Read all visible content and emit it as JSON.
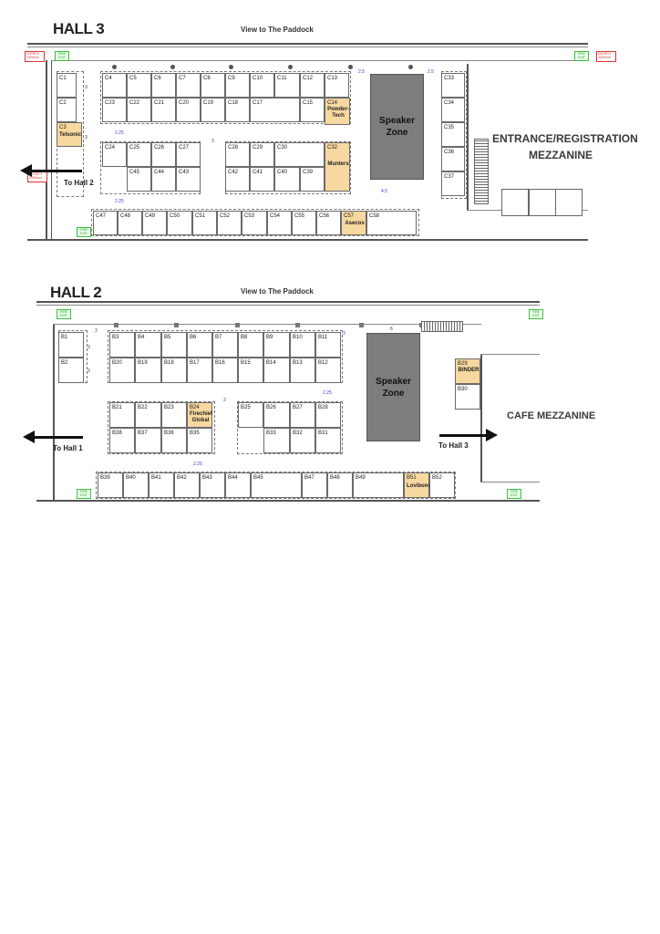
{
  "hall3": {
    "title": "HALL 3",
    "view_label": "View to The Paddock",
    "speaker_zone": "Speaker Zone",
    "entrance_label_1": "ENTRANCE/REGISTRATION",
    "entrance_label_2": "MEZZANINE",
    "arrow_label": "To Hall 2",
    "exhibitors": {
      "C3": "Telsonic",
      "C14": "Powder-Tech",
      "C32": "Munters",
      "C57": "Asecos"
    }
  },
  "hall2": {
    "title": "HALL 2",
    "view_label": "View to The Paddock",
    "speaker_zone": "Speaker Zone",
    "cafe_label": "CAFE MEZZANINE",
    "arrow_left_label": "To Hall 1",
    "arrow_right_label": "To Hall 3",
    "exhibitors": {
      "B24": "Firechief Global",
      "B29": "BINDER",
      "B51": "Lovibond"
    }
  },
  "colors": {
    "highlight_booth": "#f6d8a0",
    "speaker_zone": "#7d7d7d",
    "dimension_text": "#3a3ad8",
    "exit_sign": "#3fbf3f",
    "door_sign": "#dd3333"
  },
  "signs": {
    "exit": "FIRE EXIT",
    "door": "DOOR H 2400mm"
  },
  "dimensions": {
    "d3": "3",
    "d2_25": "2.25",
    "d2_5": "2.5",
    "d4_5": "4.5",
    "d6": "6"
  }
}
